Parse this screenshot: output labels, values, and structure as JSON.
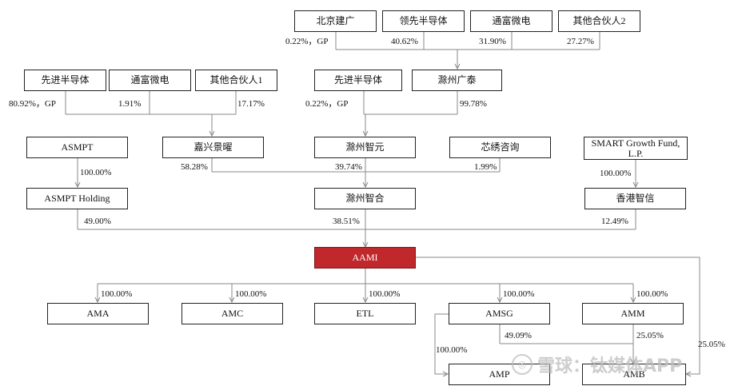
{
  "entities": {
    "beijing_jianguang": "北京建广",
    "lingxian": "领先半导体",
    "tongfu_top": "通富微电",
    "partner2": "其他合伙人2",
    "xianjin_left": "先进半导体",
    "tongfu_left": "通富微电",
    "partner1": "其他合伙人1",
    "xianjin_mid": "先进半导体",
    "chuzhou_guangtai": "滁州广泰",
    "asmpt": "ASMPT",
    "jiaxing": "嘉兴景曜",
    "chuzhou_zhiyuan": "滁州智元",
    "xinxiu": "芯绣咨询",
    "smart_fund": "SMART Growth Fund, L.P.",
    "asmpt_holding": "ASMPT Holding",
    "chuzhou_zhihe": "滁州智合",
    "hk_zhixin": "香港智信",
    "aami": "AAMI",
    "ama": "AMA",
    "amc": "AMC",
    "etl": "ETL",
    "amsg": "AMSG",
    "amm": "AMM",
    "amp": "AMP",
    "amb": "AMB"
  },
  "percentages": {
    "bj_gp": "0.22%，GP",
    "lingxian": "40.62%",
    "tongfu_top": "31.90%",
    "partner2": "27.27%",
    "xianjin_left_gp": "80.92%，GP",
    "tongfu_left": "1.91%",
    "partner1": "17.17%",
    "xianjin_mid_gp": "0.22%，GP",
    "guangtai": "99.78%",
    "asmpt_to_holding": "100.00%",
    "jiaxing": "58.28%",
    "zhiyuan": "39.74%",
    "xinxiu": "1.99%",
    "smart_to_hk": "100.00%",
    "holding_to_aami": "49.00%",
    "zhihe_to_aami": "38.51%",
    "hk_to_aami": "12.49%",
    "ama": "100.00%",
    "amc": "100.00%",
    "etl": "100.00%",
    "amsg": "100.00%",
    "amm": "100.00%",
    "amsg_to_amp": "100.00%",
    "amsg_to_amb": "49.09%",
    "amm_to_amb": "25.05%",
    "aami_to_amb": "25.05%"
  },
  "watermark": {
    "text": "雪球：钛媒体APP",
    "icon": "snowball-logo-icon"
  },
  "colors": {
    "main_fill": "#c0282c",
    "line": "#8a8a8a"
  }
}
